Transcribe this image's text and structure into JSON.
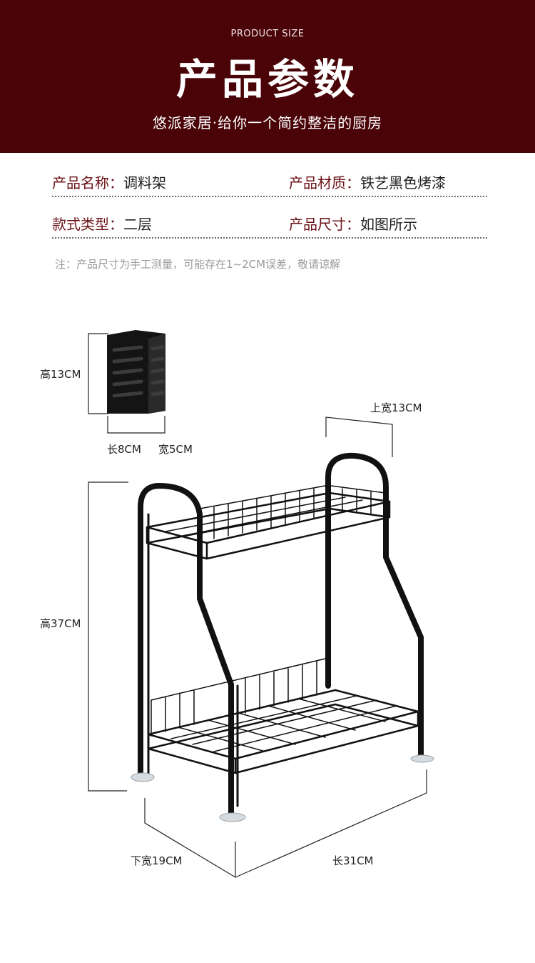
{
  "banner": {
    "subtitle_en": "PRODUCT SIZE",
    "title": "产品参数",
    "tagline": "悠派家居·给你一个简约整洁的厨房"
  },
  "specs": [
    {
      "key": "产品名称：",
      "value": "调料架"
    },
    {
      "key": "产品材质：",
      "value": "铁艺黑色烤漆"
    },
    {
      "key": "款式类型：",
      "value": "二层"
    },
    {
      "key": "产品尺寸：",
      "value": "如图所示"
    }
  ],
  "note": "注：产品尺寸为手工测量，可能存在1~2CM误差，敬请谅解",
  "dimensions": {
    "holder_height": "高13CM",
    "holder_length": "长8CM",
    "holder_width": "宽5CM",
    "top_width": "上宽13CM",
    "rack_height": "高37CM",
    "bottom_width": "下宽19CM",
    "rack_length": "长31CM"
  },
  "colors": {
    "banner_bg": "#4a0408",
    "spec_key": "#6b1216",
    "product": "#111111"
  }
}
